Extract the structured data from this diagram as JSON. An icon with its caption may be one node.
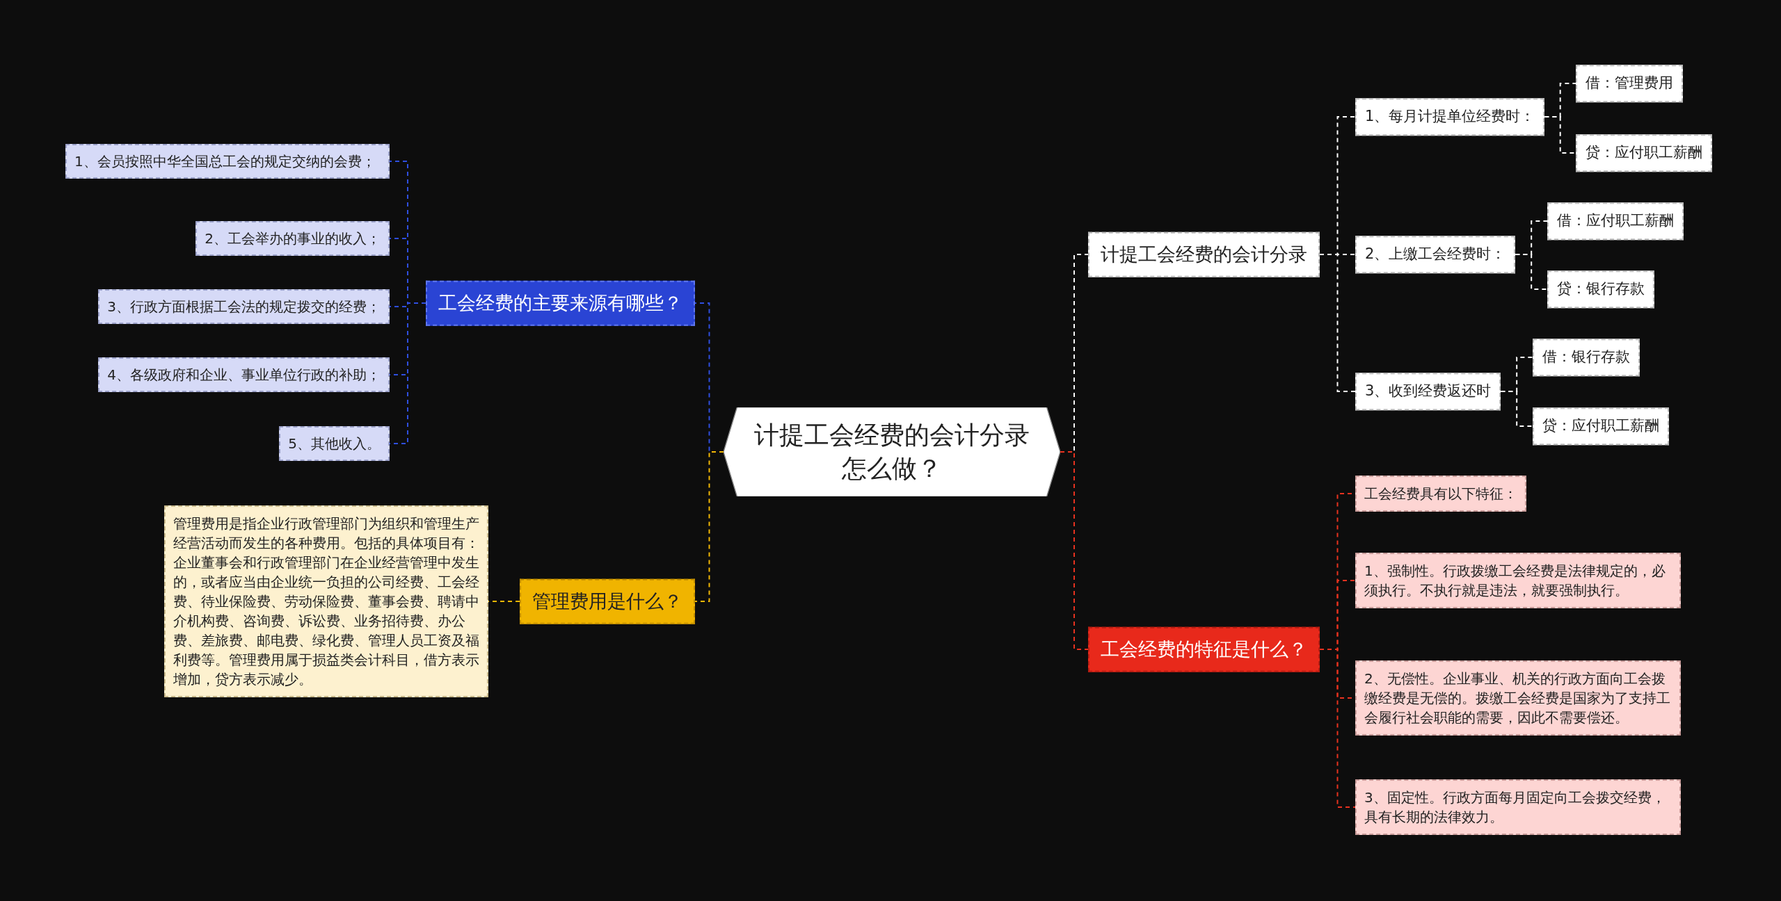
{
  "diagram": {
    "nodes": [
      {
        "text": [
          "计提工会经费的会计分录怎么做？"
        ]
      },
      {
        "text": [
          "计提工会经费的会计分录"
        ]
      },
      {
        "text": [
          "1、每月计提单位经费时："
        ]
      },
      {
        "text": [
          "借：管理费用"
        ]
      },
      {
        "text": [
          "贷：应付职工薪酬"
        ]
      },
      {
        "text": [
          "2、上缴工会经费时："
        ]
      },
      {
        "text": [
          "借：应付职工薪酬"
        ]
      },
      {
        "text": [
          "贷：银行存款"
        ]
      },
      {
        "text": [
          "3、收到经费返还时"
        ]
      },
      {
        "text": [
          "借：银行存款"
        ]
      },
      {
        "text": [
          "贷：应付职工薪酬"
        ]
      },
      {
        "text": [
          "工会经费的特征是什么？"
        ]
      },
      {
        "text": [
          "工会经费具有以下特征："
        ]
      },
      {
        "text": [
          "1、强制性。行政拨缴工会经费是法律规定的，必须执行。不执行就是违法，就要强制执行。"
        ]
      },
      {
        "text": [
          "2、无偿性。企业事业、机关的行政方面向工会拨缴经费是无偿的。拨缴工会经费是国家为了支持工会履行社会职能的需要，因此不需要偿还。"
        ]
      },
      {
        "text": [
          "3、固定性。行政方面每月固定向工会拨交经费，具有长期的法律效力。"
        ]
      },
      {
        "text": [
          "工会经费的主要来源有哪些？"
        ]
      },
      {
        "text": [
          "1、会员按照中华全国总工会的规定交纳的会费；"
        ]
      },
      {
        "text": [
          "2、工会举办的事业的收入；"
        ]
      },
      {
        "text": [
          "3、行政方面根据工会法的规定拨交的经费；"
        ]
      },
      {
        "text": [
          "4、各级政府和企业、事业单位行政的补助；"
        ]
      },
      {
        "text": [
          "5、其他收入。"
        ]
      },
      {
        "text": [
          "管理费用是什么？"
        ]
      },
      {
        "text": [
          "管理费用是指企业行政管理部门为组织和管理生产经营活动而发生的各种费用。包括的具体项目有：企业董事会和行政管理部门在企业经营管理中发生的，或者应当由企业统一负担的公司经费、工会经费、待业保险费、劳动保险费、董事会费、聘请中介机构费、咨询费、诉讼费、业务招待费、办公费、差旅费、邮电费、绿化费、管理人员工资及福利费等。管理费用属于损益类会计科目，借方表示增加，贷方表示减少。"
        ]
      }
    ],
    "edges": [
      {
        "from": 0,
        "to": 1,
        "arrow": "none"
      },
      {
        "from": 1,
        "to": 2,
        "arrow": "none"
      },
      {
        "from": 2,
        "to": 3,
        "arrow": "none"
      },
      {
        "from": 2,
        "to": 4,
        "arrow": "none"
      },
      {
        "from": 1,
        "to": 5,
        "arrow": "none"
      },
      {
        "from": 5,
        "to": 6,
        "arrow": "none"
      },
      {
        "from": 5,
        "to": 7,
        "arrow": "none"
      },
      {
        "from": 1,
        "to": 8,
        "arrow": "none"
      },
      {
        "from": 8,
        "to": 9,
        "arrow": "none"
      },
      {
        "from": 8,
        "to": 10,
        "arrow": "none"
      },
      {
        "from": 0,
        "to": 11,
        "arrow": "none",
        "color": "#e8321f"
      },
      {
        "from": 11,
        "to": 12,
        "arrow": "none",
        "color": "#e8321f"
      },
      {
        "from": 11,
        "to": 13,
        "arrow": "none",
        "color": "#e8321f"
      },
      {
        "from": 11,
        "to": 14,
        "arrow": "none",
        "color": "#e8321f"
      },
      {
        "from": 11,
        "to": 15,
        "arrow": "none",
        "color": "#e8321f"
      },
      {
        "from": 0,
        "to": 16,
        "arrow": "none",
        "color": "#2f4fe0"
      },
      {
        "from": 16,
        "to": 17,
        "arrow": "none",
        "color": "#2f4fe0"
      },
      {
        "from": 16,
        "to": 18,
        "arrow": "none",
        "color": "#2f4fe0"
      },
      {
        "from": 16,
        "to": 19,
        "arrow": "none",
        "color": "#2f4fe0"
      },
      {
        "from": 16,
        "to": 20,
        "arrow": "none",
        "color": "#2f4fe0"
      },
      {
        "from": 16,
        "to": 21,
        "arrow": "none",
        "color": "#2f4fe0"
      },
      {
        "from": 0,
        "to": 22,
        "arrow": "none",
        "color": "#f2b705"
      },
      {
        "from": 22,
        "to": 23,
        "arrow": "none",
        "color": "#f2b705"
      }
    ]
  }
}
